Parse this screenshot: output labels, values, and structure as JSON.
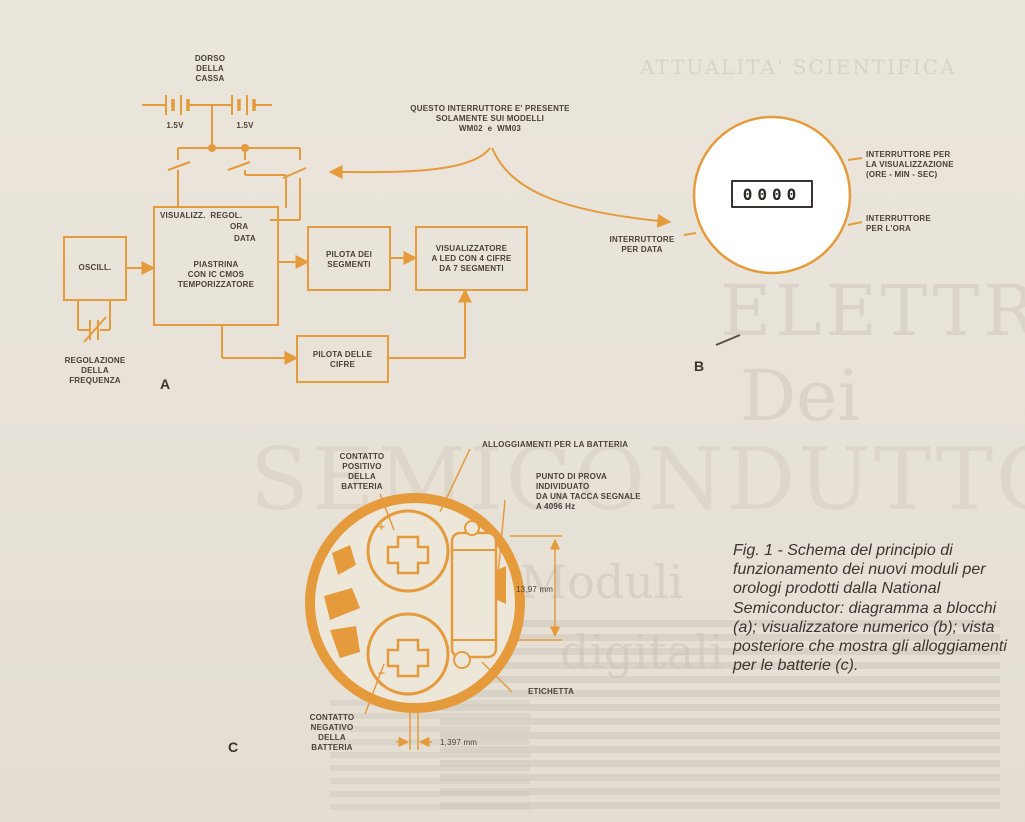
{
  "background_text": {
    "line1": "ATTUALITA' SCIENTIFICA",
    "line2": "ELETTRONICA",
    "line3": "Dei",
    "line4": "SEMICONDUTTORI",
    "line5": "Moduli",
    "line6": "digitali"
  },
  "diagram_a": {
    "panel_label": "A",
    "case_back": "DORSO\nDELLA\nCASSA",
    "battery_1": "1.5V",
    "battery_2": "1.5V",
    "switch_note": "QUESTO INTERRUTTORE E' PRESENTE\nSOLAMENTE SUI MODELLI\nWM02  e  WM03",
    "oscillator": "OSCILL.",
    "chip_top": "VISUALIZZ.  REGOL.",
    "chip_ora": "ORA",
    "chip_data": "DATA",
    "chip_main": "PIASTRINA\nCON IC CMOS\nTEMPORIZZATORE",
    "segment_driver": "PILOTA DEI\nSEGMENTI",
    "display": "VISUALIZZATORE\nA LED CON 4 CIFRE\nDA 7 SEGMENTI",
    "digit_driver": "PILOTA DELLE\nCIFRE",
    "freq_adjust": "REGOLAZIONE\nDELLA\nFREQUENZA"
  },
  "diagram_b": {
    "panel_label": "B",
    "digits": "0000",
    "display_switch": "INTERRUTTORE PER\nLA VISUALIZZAZIONE\n(ORE - MIN - SEC)",
    "hour_switch": "INTERRUTTORE\nPER L'ORA",
    "date_switch": "INTERRUTTORE\nPER DATA"
  },
  "diagram_c": {
    "panel_label": "C",
    "battery_housing": "ALLOGGIAMENTI PER LA BATTERIA",
    "positive_contact": "CONTATTO\nPOSITIVO\nDELLA\nBATTERIA",
    "test_point": "PUNTO DI PROVA\nINDIVIDUATO\nDA UNA TACCA SEGNALE\nA 4096 Hz",
    "dimension_height": "13,97 mm",
    "label": "ETICHETTA",
    "negative_contact": "CONTATTO\nNEGATIVO\nDELLA\nBATTERIA",
    "dimension_gap": "1,397 mm",
    "plus_sign": "+",
    "minus_sign": "−"
  },
  "caption": "Fig. 1 - Schema del principio di funzionamento dei nuovi moduli per orologi prodotti dalla National Semiconductor: diagramma a blocchi (a); visualizzatore numerico (b); vista posteriore che mostra gli alloggiamenti per le batterie (c).",
  "colors": {
    "accent_orange": "#e59a3c",
    "ink": "#4a4038",
    "paper": "#e8e3d8"
  }
}
